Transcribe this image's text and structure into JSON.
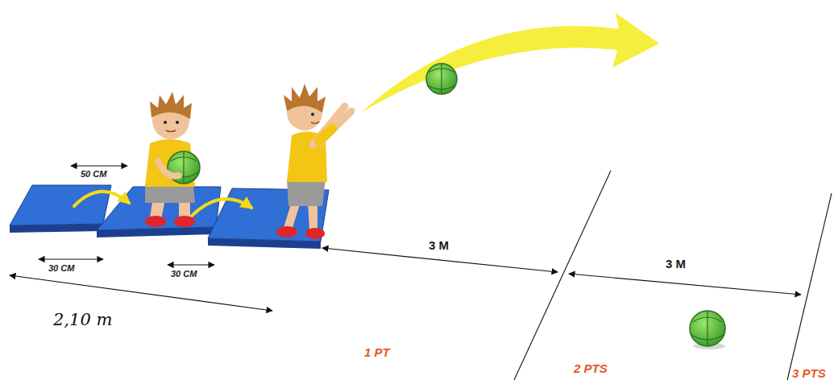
{
  "diagram": {
    "labels": [
      "50 CM",
      "30 CM",
      "30 CM",
      "2,10 m",
      "3 M",
      "3 M",
      "1 PT",
      "2 PTS",
      "3 PTS"
    ]
  }
}
